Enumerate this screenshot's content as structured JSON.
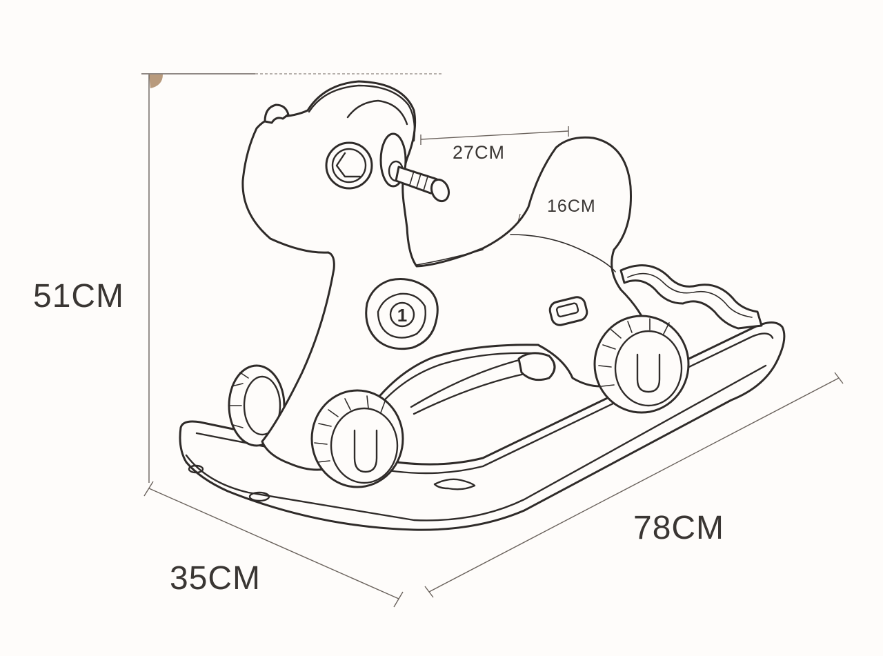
{
  "dimensions": {
    "height": "51CM",
    "depth": "35CM",
    "length": "78CM",
    "seat": "27CM",
    "back": "16CM"
  },
  "badges": {
    "number": "1"
  },
  "colors": {
    "background": "#fefcfa",
    "line": "#2f2b29",
    "dimension_line": "#6a625c",
    "corner_accent": "#b89a7c"
  }
}
